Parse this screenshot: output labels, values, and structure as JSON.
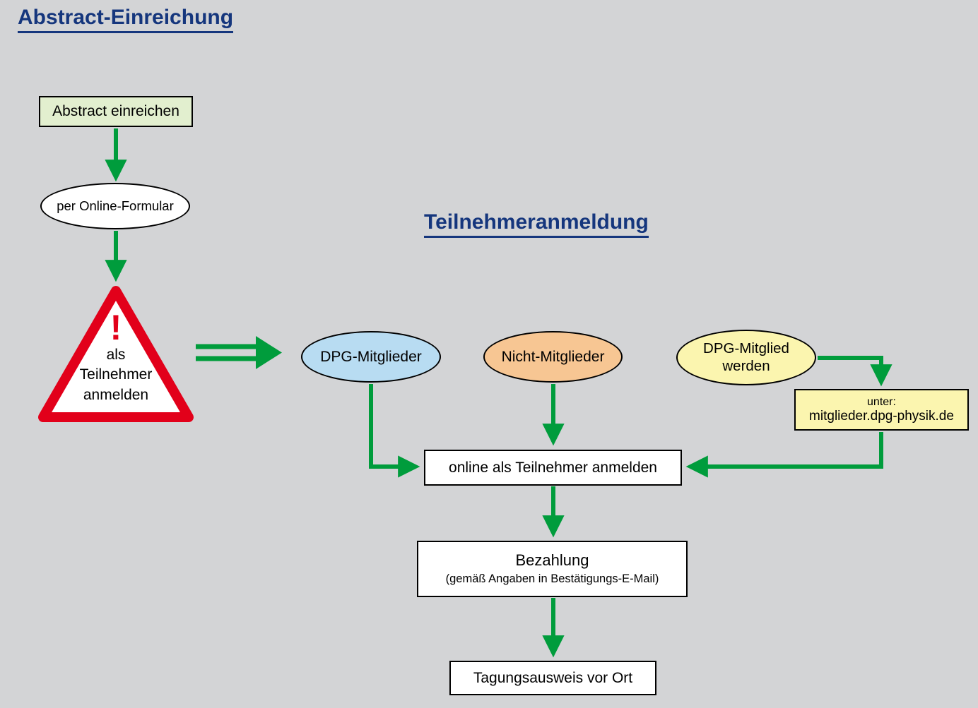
{
  "diagram": {
    "section_abstract": {
      "title": "Abstract-Einreichung"
    },
    "section_teilnehmer": {
      "title": "Teilnehmeranmeldung"
    },
    "nodes": {
      "abstract_box": {
        "label": "Abstract einreichen"
      },
      "online_form_ellipse": {
        "label": "per Online-Formular"
      },
      "warning": {
        "mark": "!",
        "lines": [
          "als",
          "Teilnehmer",
          "anmelden"
        ]
      },
      "dpg_members": {
        "label": "DPG-Mitglieder"
      },
      "non_members": {
        "label": "Nicht-Mitglieder"
      },
      "become_member": {
        "line1": "DPG-Mitglied",
        "line2": "werden"
      },
      "member_url_box": {
        "label": "unter:",
        "url": "mitglieder.dpg-physik.de"
      },
      "online_register": {
        "label": "online als Teilnehmer anmelden"
      },
      "payment": {
        "title": "Bezahlung",
        "subtitle": "(gemäß Angaben in Bestätigungs-E-Mail)"
      },
      "badge": {
        "label": "Tagungsausweis vor Ort"
      }
    },
    "colors": {
      "background": "#d3d4d6",
      "arrow_green": "#009c3c",
      "heading_blue": "#15367d",
      "warning_red": "#e2001a",
      "abstract_box_fill": "#e2efcf",
      "members_fill": "#b8dcf2",
      "non_members_fill": "#f7c693",
      "become_member_fill": "#fbf5af"
    }
  }
}
